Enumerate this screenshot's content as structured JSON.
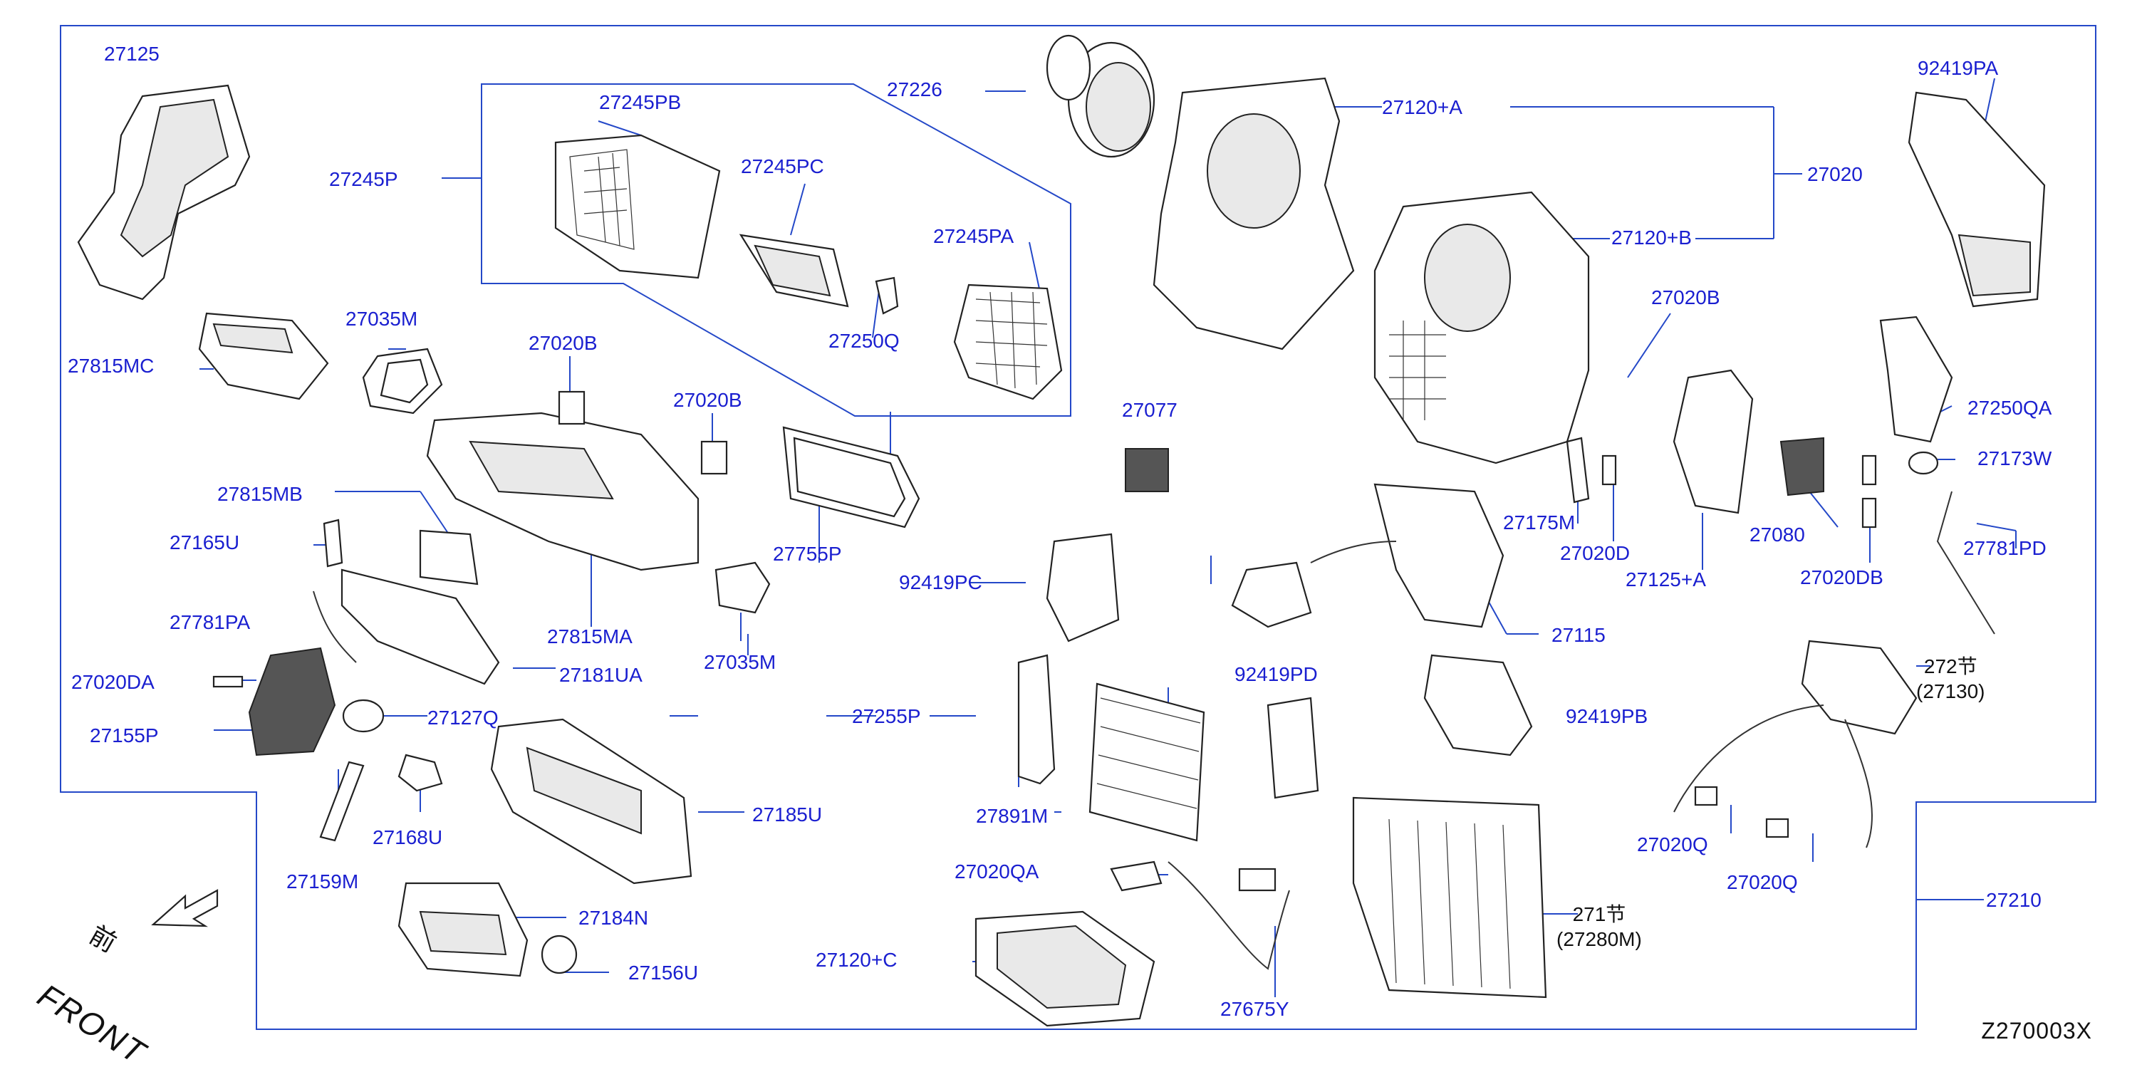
{
  "diagram_code": "Z270003X",
  "front_marker": {
    "chinese": "前",
    "english": "FRONT"
  },
  "labels": {
    "p27125": "27125",
    "p27245P": "27245P",
    "p27245PB": "27245PB",
    "p27245PC": "27245PC",
    "p27245PA": "27245PA",
    "p27250Q": "27250Q",
    "p27226": "27226",
    "p27120A": "27120+A",
    "p27020": "27020",
    "p27120B": "27120+B",
    "p92419PA": "92419PA",
    "p27815MC": "27815MC",
    "p27035M_a": "27035M",
    "p27020B_a": "27020B",
    "p27020B_b": "27020B",
    "p27020B_c": "27020B",
    "p27815MB": "27815MB",
    "p27165U": "27165U",
    "p27781PA": "27781PA",
    "p27815MA": "27815MA",
    "p27755P": "27755P",
    "p27077": "27077",
    "p27035M_b": "27035M",
    "p27020DA": "27020DA",
    "p27181UA": "27181UA",
    "p27155P": "27155P",
    "p27127Q": "27127Q",
    "p92419PC": "92419PC",
    "p27175M": "27175M",
    "p27020D": "27020D",
    "p27125A": "27125+A",
    "p27080": "27080",
    "p27020DB": "27020DB",
    "p27250QA": "27250QA",
    "p27173W": "27173W",
    "p27781PD": "27781PD",
    "p27115": "27115",
    "p27255P": "27255P",
    "p92419PD": "92419PD",
    "p92419PB": "92419PB",
    "p27168U": "27168U",
    "p27185U": "27185U",
    "p27159M": "27159M",
    "p27891M": "27891M",
    "p27020QA": "27020QA",
    "p27184N": "27184N",
    "p27156U": "27156U",
    "p27120C": "27120+C",
    "p27675Y": "27675Y",
    "p27020Q_a": "27020Q",
    "p27020Q_b": "27020Q",
    "p27210": "27210"
  },
  "two_line_labels": {
    "p272": {
      "line1": "272节",
      "line2": "(27130)"
    },
    "p271": {
      "line1": "271节",
      "line2": "(27280M)"
    }
  }
}
